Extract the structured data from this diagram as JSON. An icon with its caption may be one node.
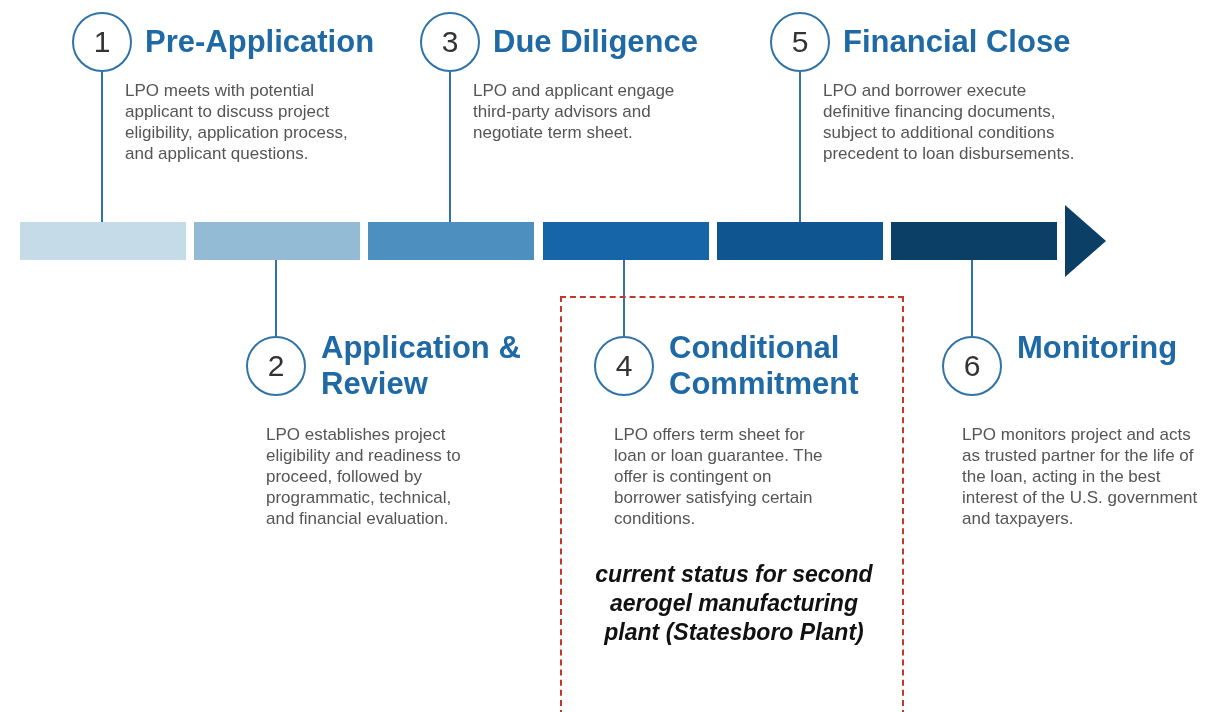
{
  "diagram": {
    "nodes": [
      {
        "text": [
          "1"
        ],
        "beside": [
          "Pre-Application",
          "LPO meets with potential applicant to discuss project eligibility, application process, and applicant questions."
        ]
      },
      {
        "text": [
          "2"
        ],
        "beside": [
          "Application & Review",
          "LPO establishes project eligibility and readiness to proceed, followed by programmatic, technical, and financial evaluation."
        ]
      },
      {
        "text": [
          "3"
        ],
        "beside": [
          "Due Diligence",
          "LPO and applicant engage third-party advisors and negotiate term sheet."
        ]
      },
      {
        "text": [
          "current status for second aerogel manufacturing plant (Statesboro Plant)"
        ]
      },
      {
        "text": [
          "4"
        ],
        "in": 3,
        "beside": [
          "Conditional Commitment",
          "LPO offers term sheet for loan or loan guarantee. The offer is contingent on borrower satisfying certain conditions."
        ]
      },
      {
        "text": [
          "5"
        ],
        "beside": [
          "Financial Close",
          "LPO and borrower execute definitive financing documents, subject to additional conditions precedent to loan disbursements."
        ]
      },
      {
        "text": [
          "6"
        ],
        "beside": [
          "Monitoring",
          "LPO monitors project and acts as trusted partner for the life of the loan, acting in the best interest of the U.S. government and taxpayers."
        ]
      },
      {
        "text": [],
        "shape": "bar"
      },
      {
        "text": [],
        "shape": "bar"
      },
      {
        "text": [],
        "shape": "bar"
      },
      {
        "text": [],
        "shape": "bar"
      },
      {
        "text": [],
        "shape": "bar"
      },
      {
        "text": [],
        "shape": "bar"
      }
    ],
    "edges": [
      {
        "from": 0,
        "to": 7,
        "arrow": "none"
      },
      {
        "from": 1,
        "to": 8,
        "arrow": "none"
      },
      {
        "from": 2,
        "to": 9,
        "arrow": "none"
      },
      {
        "from": 4,
        "to": 10,
        "arrow": "none"
      },
      {
        "from": 5,
        "to": 11,
        "arrow": "none"
      },
      {
        "from": 6,
        "to": 12,
        "arrow": "none"
      }
    ]
  }
}
